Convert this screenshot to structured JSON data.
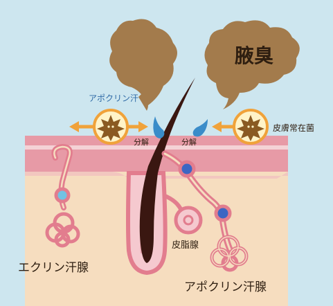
{
  "labels": {
    "odor": "腋臭",
    "apocrine_sweat": "アポクリン汗",
    "skin_bacteria": "皮膚常在菌",
    "decompose_left": "分解",
    "decompose_right": "分解",
    "sebaceous_gland": "皮脂腺",
    "eccrine_gland": "エクリン汗腺",
    "apocrine_gland": "アポクリン汗腺"
  },
  "colors": {
    "background": "#cde6ef",
    "smoke": "#a37b4c",
    "odor_text": "#2e1e10",
    "arrow_orange": "#f0a23a",
    "sweat_drop": "#3a8cc9",
    "bacteria_brown": "#8a5a22",
    "bacteria_bg": "#fff3c8",
    "skin_top": "#e79aa6",
    "skin_stripe": "#f4d2d6",
    "dermis": "#f6ddbf",
    "gland_pink": "#e27d8e",
    "hair": "#3a1711",
    "apocrine_dot": "#3d66c3",
    "eccrine_dot": "#72c2e3",
    "label_blue": "#2f6aa6"
  },
  "icons": [
    "smoke-cloud-icon",
    "bacteria-icon",
    "sweat-drop-icon",
    "arrow-icon",
    "hair-icon",
    "gland-icon"
  ]
}
